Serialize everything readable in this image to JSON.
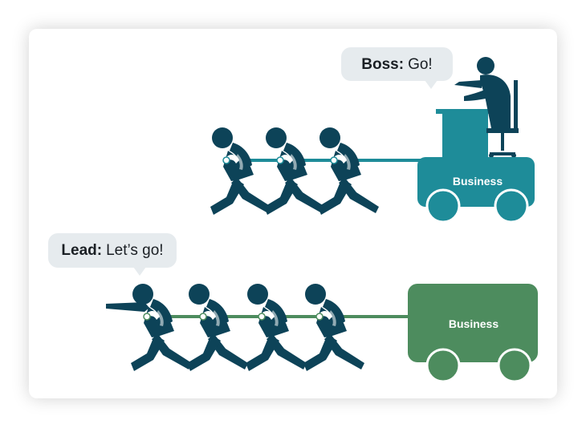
{
  "top": {
    "speaker": "Boss:",
    "speech": "Go!",
    "cart_label": "Business"
  },
  "bottom": {
    "speaker": "Lead:",
    "speech": "Let’s go!",
    "cart_label": "Business"
  },
  "colors": {
    "figure": "#0d4358",
    "teal": "#1e8c99",
    "green": "#4d8c5e",
    "bubble": "#e6ebee"
  }
}
